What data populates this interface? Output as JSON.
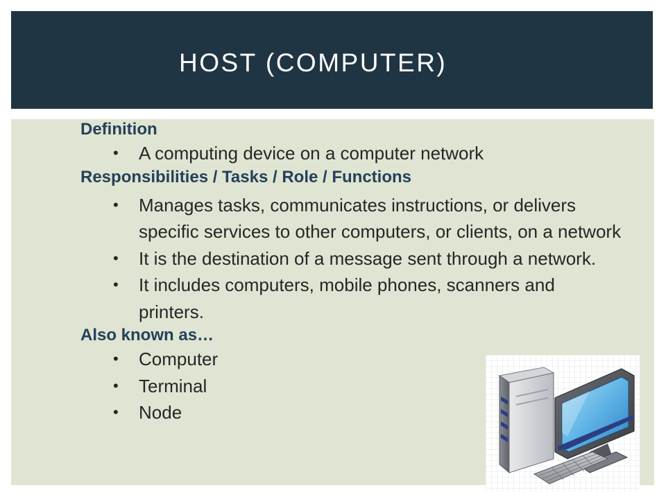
{
  "slide": {
    "title": "HOST (COMPUTER)",
    "sections": [
      {
        "heading": "Definition",
        "bullets": [
          "A computing device on a computer network"
        ]
      },
      {
        "heading": "Responsibilities / Tasks / Role / Functions",
        "bullets": [
          "Manages tasks, communicates instructions, or delivers specific services to other computers, or clients, on a network",
          "It is the destination of a message sent through a network.",
          "It includes computers, mobile phones, scanners and printers."
        ]
      },
      {
        "heading": "Also known as…",
        "bullets": [
          "Computer",
          "Terminal",
          "Node"
        ]
      }
    ],
    "illustration": "desktop-computer-icon"
  },
  "colors": {
    "title_bar": "#203543",
    "title_text": "#ffffff",
    "content_panel": "#dfe5d2",
    "heading_text": "#24415a",
    "body_text": "#262626"
  }
}
